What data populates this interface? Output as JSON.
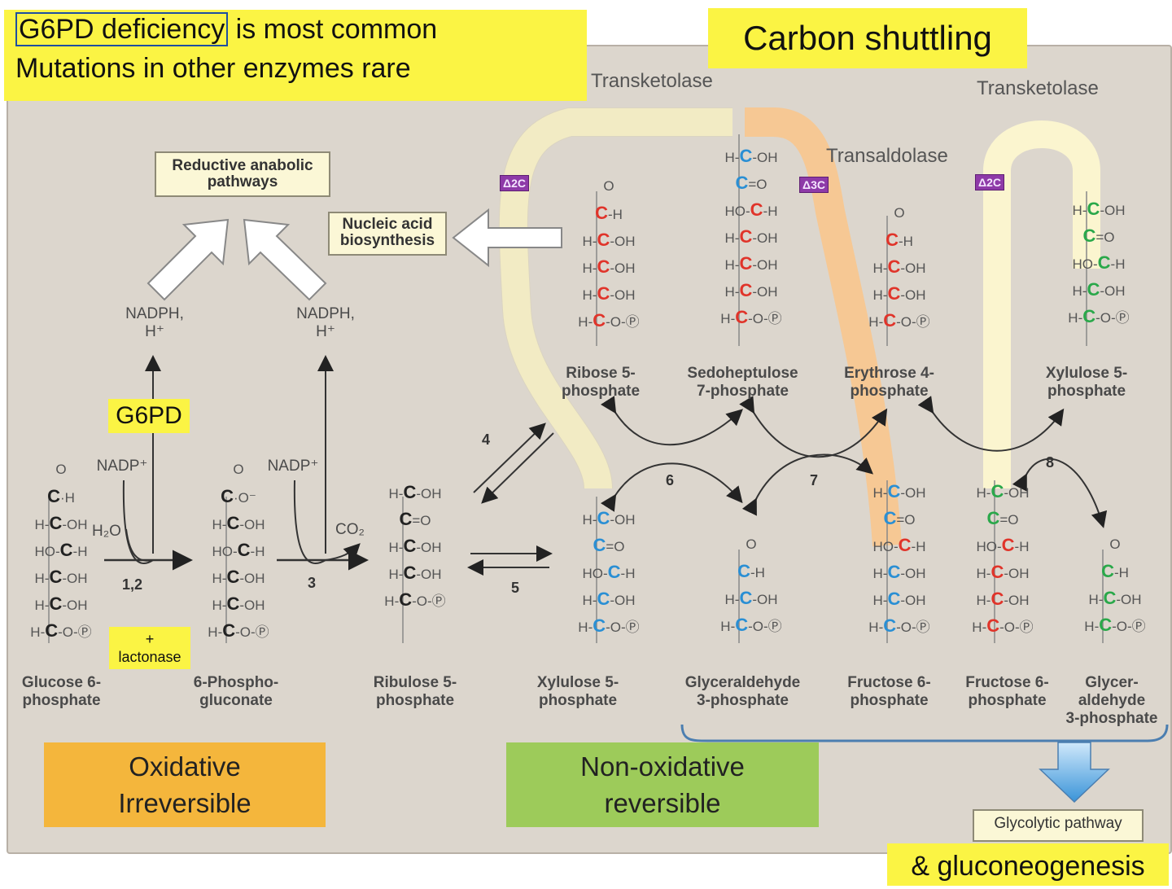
{
  "callouts": {
    "top_left_line1_highlight": "G6PD deficiency",
    "top_left_line1_rest": " is most common",
    "top_left_line2": "Mutations in other enzymes rare",
    "carbon_shuttling": "Carbon shuttling",
    "g6pd": "G6PD",
    "lactonase_plus": "+",
    "lactonase": "lactonase",
    "gluconeogenesis": "& gluconeogenesis"
  },
  "boxes": {
    "reductive": "Reductive anabolic\npathways",
    "nucleic": "Nucleic acid\nbiosynthesis",
    "glycolytic": "Glycolytic pathway"
  },
  "enzymes": {
    "transketolase_1": "Transketolase",
    "transketolase_2": "Transketolase",
    "transaldolase": "Transaldolase"
  },
  "deltas": {
    "d1": "Δ2C",
    "d2": "Δ3C",
    "d3": "Δ2C"
  },
  "cofactors": {
    "nadph_1": "NADPH,\nH⁺",
    "nadph_2": "NADPH,\nH⁺",
    "nadp_1": "NADP⁺",
    "nadp_2": "NADP⁺",
    "h2o": "H₂O",
    "co2": "CO₂"
  },
  "steps": {
    "s12": "1,2",
    "s3": "3",
    "s4": "4",
    "s5": "5",
    "s6": "6",
    "s7": "7",
    "s8": "8"
  },
  "molecules": {
    "glucose6p": "Glucose 6-\nphosphate",
    "phosphogluconate": "6-Phospho-\ngluconate",
    "ribulose5p": "Ribulose 5-\nphosphate",
    "xylulose5p_bottom": "Xylulose 5-\nphosphate",
    "ribose5p": "Ribose 5-\nphosphate",
    "sedoheptulose7p": "Sedoheptulose\n7-phosphate",
    "erythrose4p": "Erythrose 4-\nphosphate",
    "xylulose5p_top": "Xylulose 5-\nphosphate",
    "glyceraldehyde3p": "Glyceraldehyde\n3-phosphate",
    "fructose6p_1": "Fructose 6-\nphosphate",
    "fructose6p_2": "Fructose 6-\nphosphate",
    "glyceraldehyde3p_2": "Glycer-\naldehyde\n3-phosphate"
  },
  "footer": {
    "oxidative_1": "Oxidative",
    "oxidative_2": "Irreversible",
    "nonox_1": "Non-oxidative",
    "nonox_2": "reversible"
  },
  "colors": {
    "panel": "#dcd6cd",
    "yellow": "#fbf444",
    "orange": "#f4b63c",
    "green": "#9dcb5a",
    "red_carbon": "#e0342a",
    "blue_carbon": "#2a8fd4",
    "green_carbon": "#2aa84a",
    "delta_purple": "#8e3aa8"
  }
}
